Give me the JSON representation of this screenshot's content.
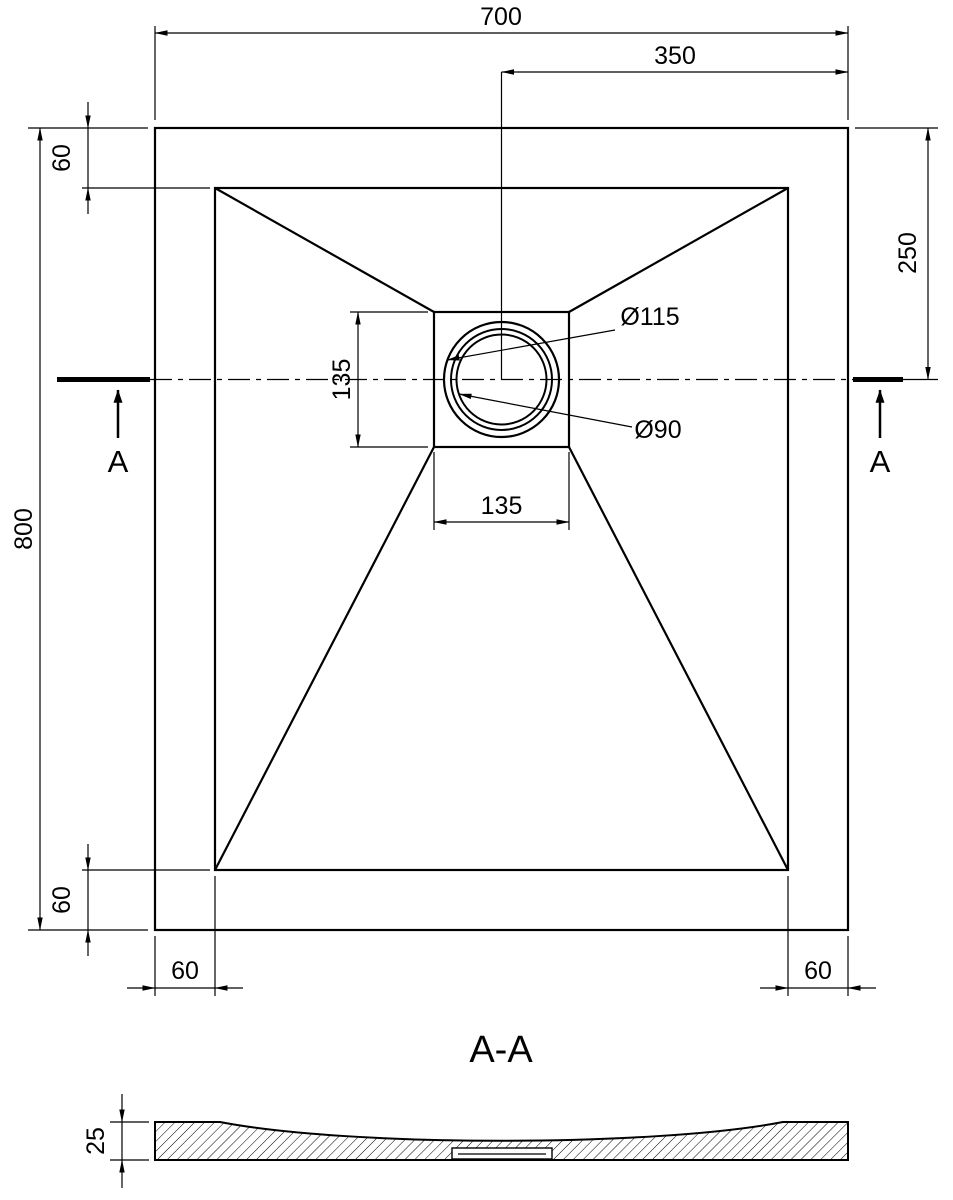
{
  "colors": {
    "ink": "#000000",
    "paper": "#ffffff"
  },
  "plan": {
    "dim_total_width": "700",
    "dim_half_width": "350",
    "dim_top_inset": "60",
    "dim_edge_to_drain_center": "250",
    "dim_drain_box_height": "135",
    "dim_drain_box_width": "135",
    "dim_total_depth": "800",
    "dim_bottom_inset": "60",
    "dim_bottom_left_rim": "60",
    "dim_bottom_right_rim": "60",
    "label_drain_outer": "Ø115",
    "label_drain_inner": "Ø90",
    "section_marker_left": "A",
    "section_marker_right": "A"
  },
  "section": {
    "title": "A-A",
    "dim_thickness": "25"
  }
}
